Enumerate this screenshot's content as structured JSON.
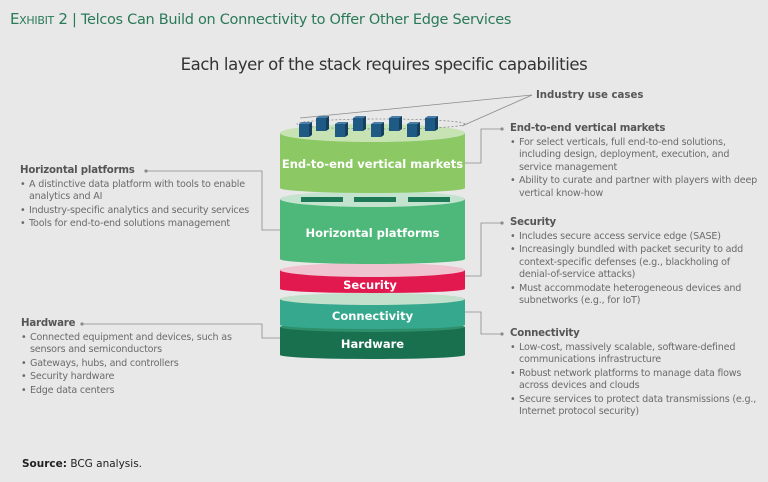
{
  "header": {
    "exhibit_label": "Exhibit 2",
    "separator": " | ",
    "title": "Telcos Can Build on Connectivity to Offer Other Edge Services"
  },
  "subtitle": "Each layer of the stack requires specific capabilities",
  "stack": {
    "top_annotation": "Industry use cases",
    "layers": [
      {
        "label": "End-to-end vertical markets",
        "color": "#8cc864",
        "top_color": "#c7e3b4"
      },
      {
        "label": "Horizontal platforms",
        "color": "#4db879",
        "top_color": "#c4e3cf"
      },
      {
        "label": "Security",
        "color": "#e2194f",
        "top_color": "#efc3cf"
      },
      {
        "label": "Connectivity",
        "color": "#36a88e",
        "top_color": "#c2e0cc"
      },
      {
        "label": "Hardware",
        "color": "#18704e",
        "top_color": "#36a88e"
      }
    ],
    "cube_color": "#1f5a84"
  },
  "callouts": {
    "horizontal_platforms": {
      "title": "Horizontal platforms",
      "items": [
        "A distinctive data platform with tools to enable analytics and AI",
        "Industry-specific analytics and security services",
        "Tools for end-to-end solutions management"
      ]
    },
    "hardware": {
      "title": "Hardware",
      "items": [
        "Connected equipment and devices, such as sensors and semiconductors",
        "Gateways, hubs, and controllers",
        "Security hardware",
        "Edge data centers"
      ]
    },
    "vertical_markets": {
      "title": "End-to-end vertical markets",
      "items": [
        "For select verticals, full end-to-end solutions, including design, deployment, execution, and service management",
        "Ability to curate and partner with players with deep vertical know-how"
      ]
    },
    "security": {
      "title": "Security",
      "items": [
        "Includes secure access service edge (SASE)",
        "Increasingly bundled with packet security to add context-specific defenses (e.g., blackholing of denial-of-service attacks)",
        "Must accommodate heterogeneous devices and subnetworks (e.g., for IoT)"
      ]
    },
    "connectivity": {
      "title": "Connectivity",
      "items": [
        "Low-cost, massively scalable, software-defined communications infrastructure",
        "Robust network platforms to manage data flows across devices and clouds",
        "Secure services to protect data transmissions (e.g., Internet protocol security)"
      ]
    }
  },
  "source": {
    "label": "Source:",
    "text": "BCG analysis."
  }
}
